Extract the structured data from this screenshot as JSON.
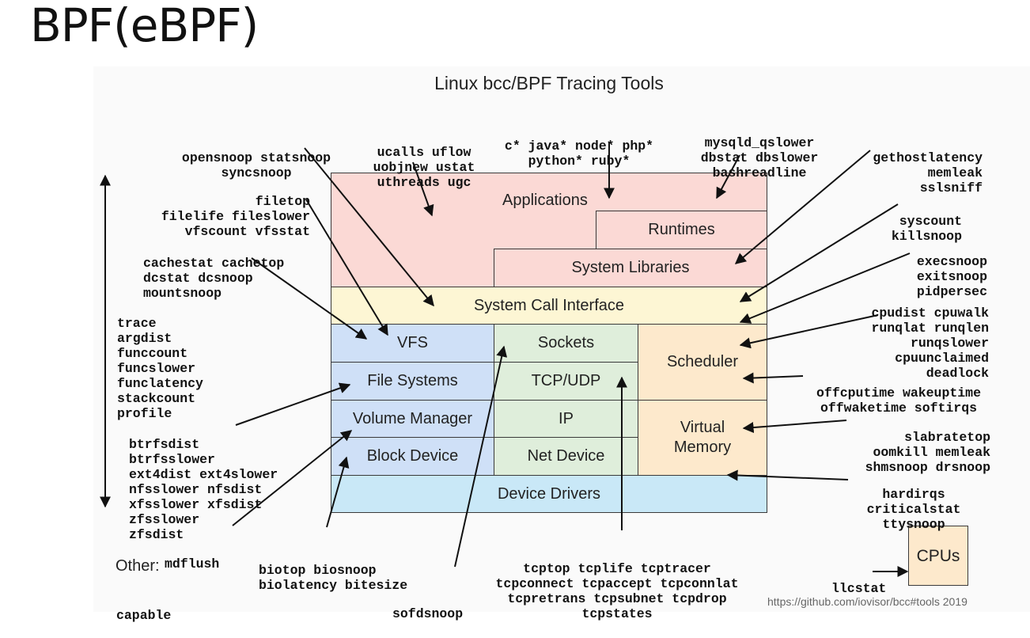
{
  "slide_title": "BPF(eBPF)",
  "diagram_title": "Linux bcc/BPF Tracing Tools",
  "layers": {
    "applications": "Applications",
    "runtimes": "Runtimes",
    "system_libraries": "System Libraries",
    "system_call_interface": "System Call Interface",
    "vfs": "VFS",
    "file_systems": "File Systems",
    "volume_manager": "Volume Manager",
    "block_device": "Block Device",
    "sockets": "Sockets",
    "tcp_udp": "TCP/UDP",
    "ip": "IP",
    "net_device": "Net Device",
    "scheduler": "Scheduler",
    "virtual_memory": "Virtual Memory",
    "device_drivers": "Device Drivers",
    "cpus": "CPUs"
  },
  "tools": {
    "opensnoop": [
      "opensnoop statsnoop",
      "syncsnoop"
    ],
    "ucalls": [
      "ucalls uflow",
      "uobjnew ustat",
      "uthreads ugc"
    ],
    "langs": [
      "c* java* node* php*",
      "python* ruby*"
    ],
    "mysqld": [
      "mysqld_qslower",
      "dbstat dbslower",
      "bashreadline"
    ],
    "gethost": [
      "gethostlatency",
      "memleak",
      "sslsniff"
    ],
    "filetop": [
      "filetop",
      "filelife fileslower",
      "vfscount vfsstat"
    ],
    "cachestat": [
      "cachestat cachetop",
      "dcstat dcsnoop",
      "mountsnoop"
    ],
    "syscount": [
      "syscount",
      "killsnoop"
    ],
    "execsnoop": [
      "execsnoop",
      "exitsnoop",
      "pidpersec"
    ],
    "trace": [
      "trace",
      "argdist",
      "funccount",
      "funcslower",
      "funclatency",
      "stackcount",
      "profile"
    ],
    "cpudist": [
      "cpudist cpuwalk",
      "runqlat runqlen",
      "runqslower",
      "cpuunclaimed",
      "deadlock"
    ],
    "offcpu": [
      "offcputime wakeuptime",
      "offwaketime softirqs"
    ],
    "btrfs": [
      "btrfsdist",
      "btrfsslower",
      "ext4dist ext4slower",
      "nfsslower nfsdist",
      "xfsslower xfsdist",
      "zfsslower",
      "zfsdist"
    ],
    "slab": [
      "slabratetop",
      "oomkill memleak",
      "shmsnoop drsnoop"
    ],
    "hardirqs": [
      "hardirqs",
      "criticalstat",
      "ttysnoop"
    ],
    "mdflush": [
      "mdflush"
    ],
    "biotop": [
      "biotop biosnoop",
      "biolatency bitesize"
    ],
    "tcptop": [
      "tcptop tcplife tcptracer",
      "tcpconnect tcpaccept tcpconnlat",
      "tcpretrans tcpsubnet tcpdrop",
      "tcpstates"
    ],
    "sofdsnoop": [
      "sofdsnoop"
    ],
    "llcstat": [
      "llcstat"
    ],
    "capable": [
      "capable"
    ]
  },
  "other_label": "Other:",
  "footer_url": "https://github.com/iovisor/bcc#tools 2019"
}
